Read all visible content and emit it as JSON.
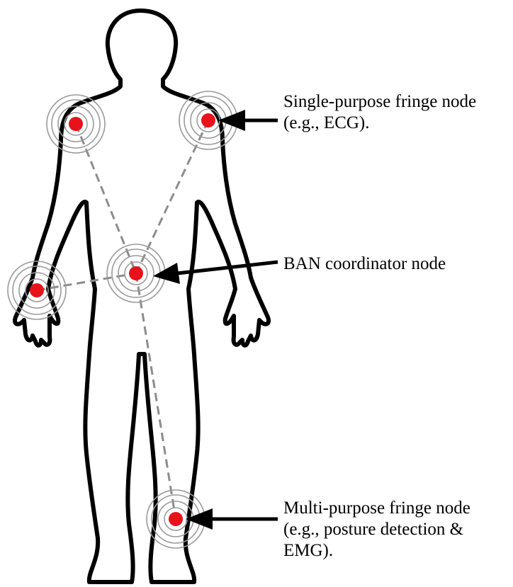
{
  "labels": {
    "single_purpose": {
      "line1": "Single-purpose fringe node",
      "line2": "(e.g., ECG)."
    },
    "coordinator": {
      "line1": "BAN coordinator node"
    },
    "multi_purpose": {
      "line1": "Multi-purpose fringe node",
      "line2": "(e.g., posture detection &",
      "line3": "EMG)."
    }
  },
  "colors": {
    "node": "#e8121a",
    "body_outline": "#000000",
    "link": "#8c8c8c",
    "ring": "#9a9a9a",
    "arrow": "#000000"
  },
  "nodes": [
    {
      "id": "right-shoulder-node",
      "role": "single-purpose fringe node"
    },
    {
      "id": "left-shoulder-node",
      "role": "single-purpose fringe node"
    },
    {
      "id": "coordinator-node",
      "role": "BAN coordinator node"
    },
    {
      "id": "right-wrist-node",
      "role": "fringe node"
    },
    {
      "id": "ankle-node",
      "role": "multi-purpose fringe node"
    }
  ]
}
